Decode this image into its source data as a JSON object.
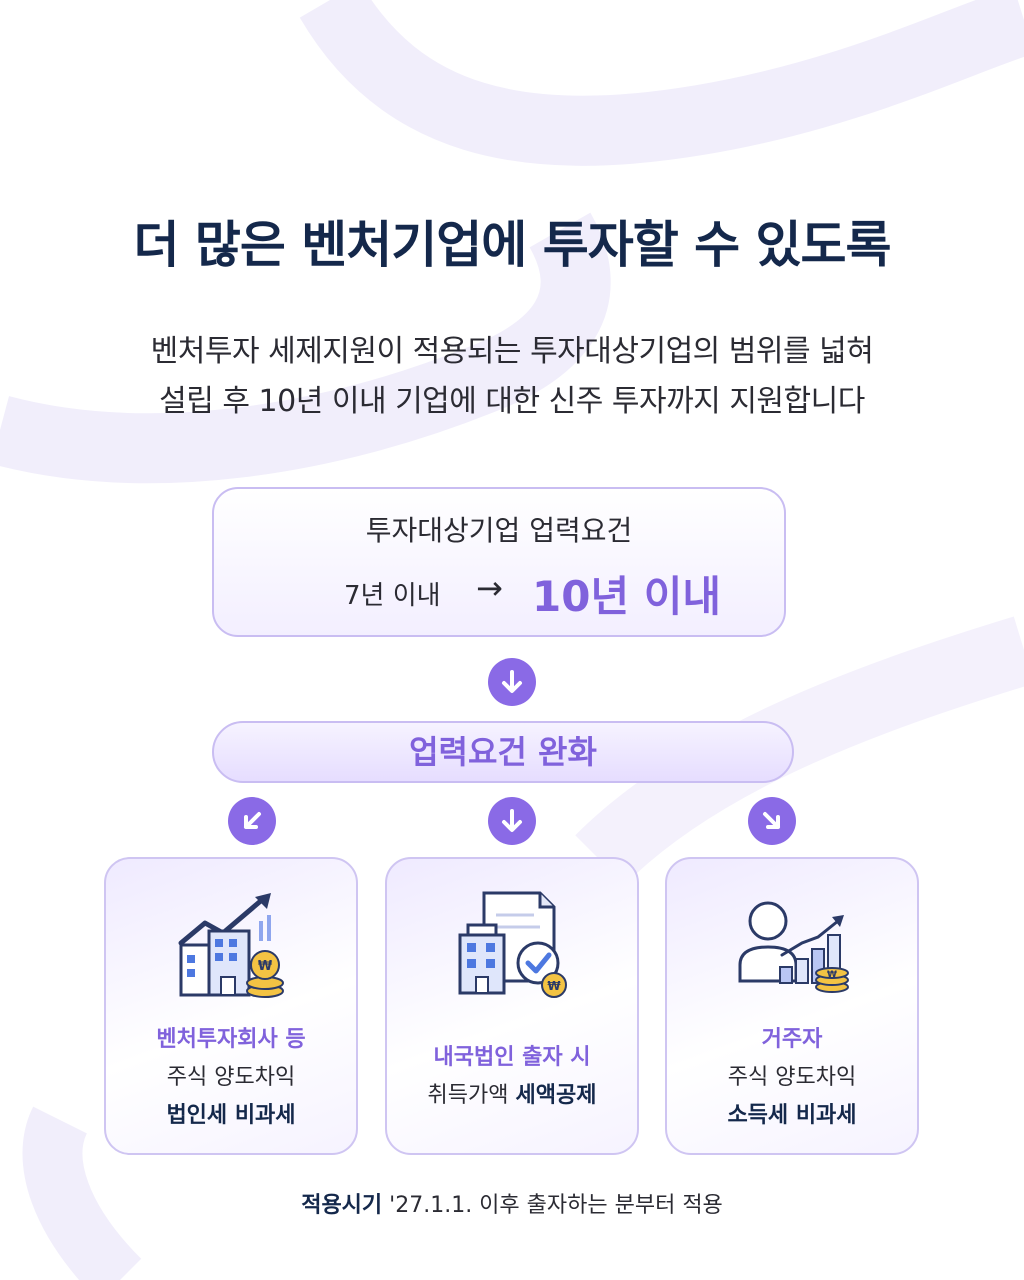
{
  "title": "더 많은 벤처기업에 투자할 수 있도록",
  "subtitle": {
    "line1": "벤처투자 세제지원이 적용되는 투자대상기업의 범위를 넓혀",
    "line2": "설립 후 10년 이내 기업에 대한 신주 투자까지 지원합니다"
  },
  "requirement": {
    "label": "투자대상기업 업력요건",
    "before": "7년 이내",
    "arrow": "→",
    "after": "10년 이내"
  },
  "relaxation_label": "업력요건 완화",
  "cards": [
    {
      "icon": "building-chart-coins-icon",
      "line1": "벤처투자회사 등",
      "line2": "주식 양도차익",
      "line3": "법인세 비과세"
    },
    {
      "icon": "document-building-check-icon",
      "line1": "내국법인 출자 시",
      "line2_prefix": "취득가액 ",
      "line2_strong": "세액공제"
    },
    {
      "icon": "person-chart-coins-icon",
      "line1": "거주자",
      "line2": "주식 양도차익",
      "line3": "소득세 비과세"
    }
  ],
  "footer": {
    "label": "적용시기",
    "text": " '27.1.1. 이후 출자하는 분부터 적용"
  },
  "colors": {
    "title": "#14284b",
    "accent": "#8062dc",
    "arrow_circle": "#8a6ae6",
    "border": "#c9bdf2"
  }
}
